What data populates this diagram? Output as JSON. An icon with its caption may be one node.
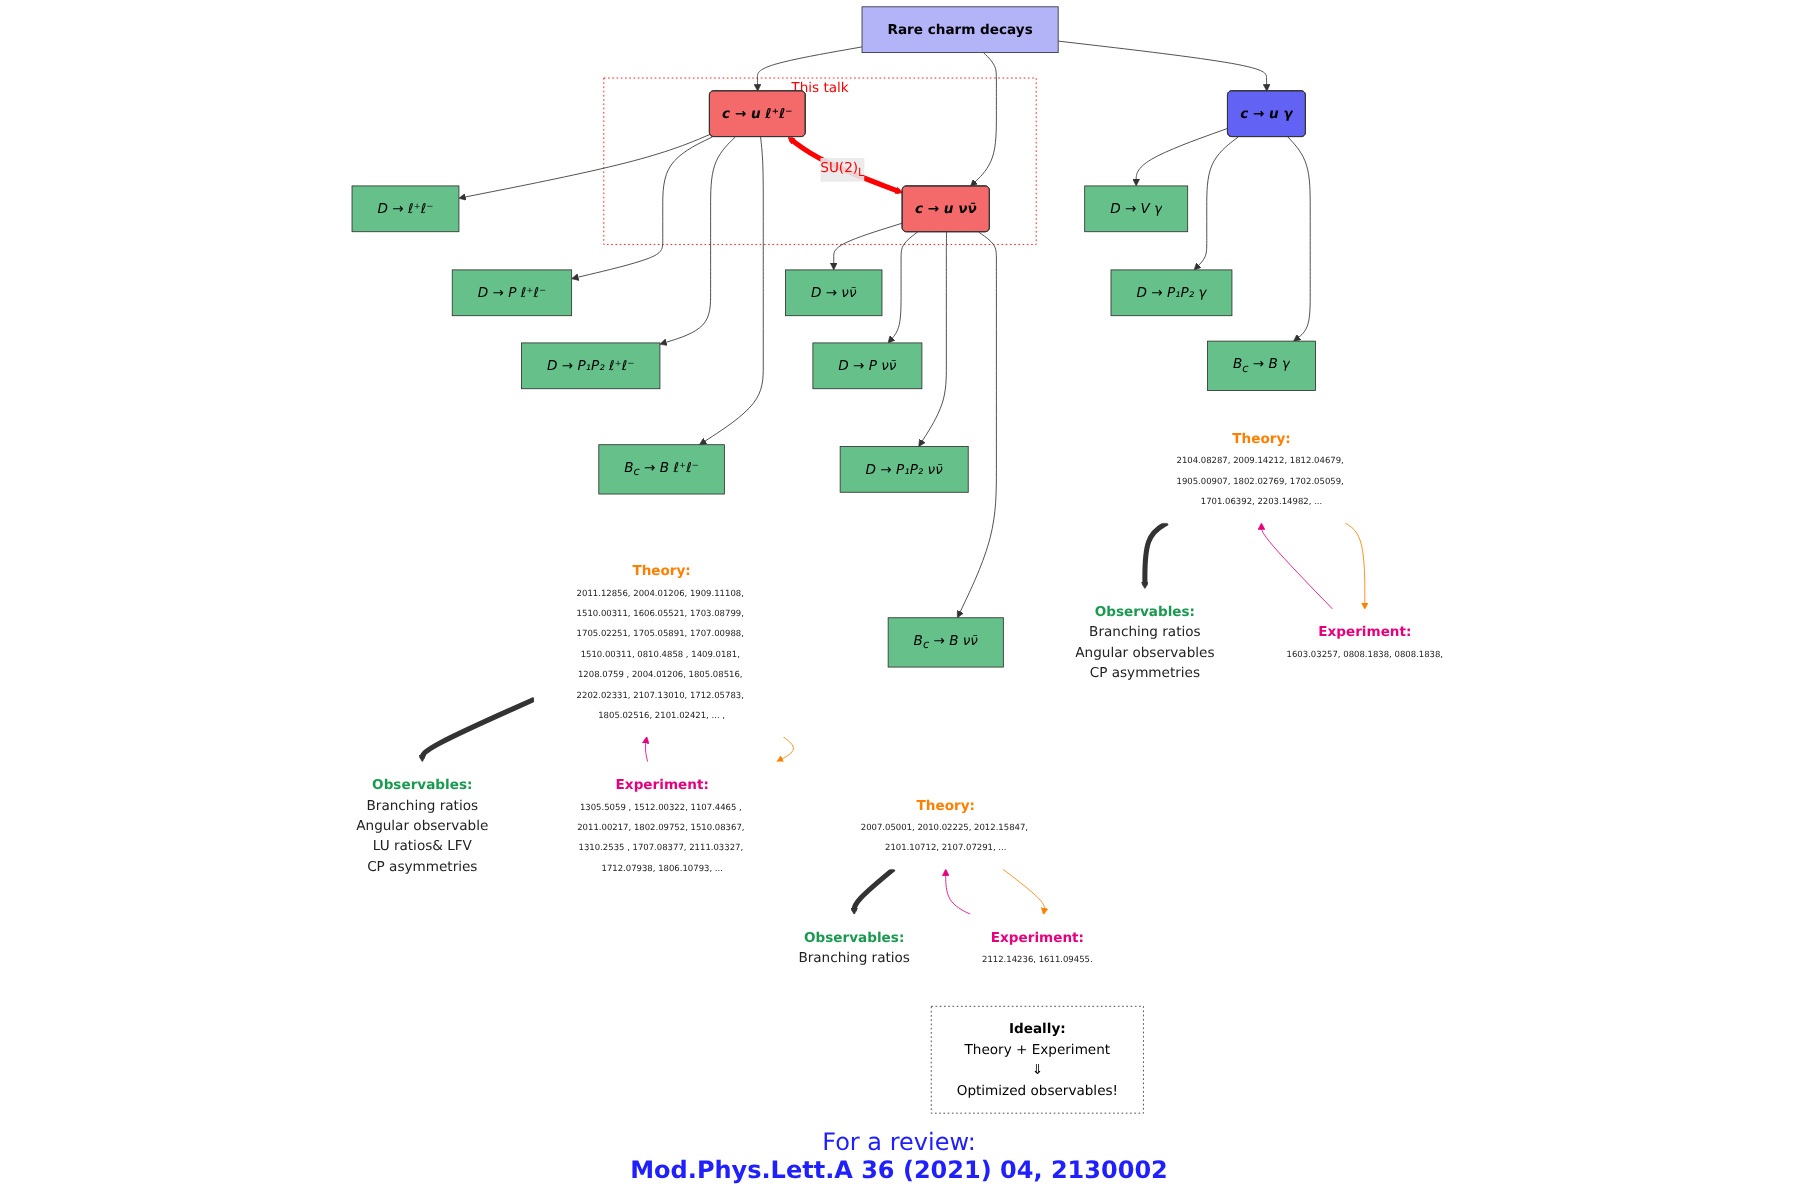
{
  "diagram": {
    "nodes": [
      {
        "text": [
          "Rare charm decays"
        ]
      },
      {
        "text": [
          "This talk"
        ]
      },
      {
        "text": [
          "c → u ℓ⁺ℓ⁻"
        ],
        "in": 1
      },
      {
        "text": [
          "c → u νν̄"
        ],
        "in": 1
      },
      {
        "text": [
          "c → u γ"
        ]
      },
      {
        "text": [
          "D → ℓ⁺ℓ⁻"
        ]
      },
      {
        "text": [
          "D → P ℓ⁺ℓ⁻"
        ]
      },
      {
        "text": [
          "D → P₁P₂ ℓ⁺ℓ⁻"
        ]
      },
      {
        "text": [
          "B$_{c}$ → B ℓ⁺ℓ⁻"
        ]
      },
      {
        "text": [
          "D → νν̄"
        ]
      },
      {
        "text": [
          "D → P νν̄"
        ]
      },
      {
        "text": [
          "D → P₁P₂ νν̄"
        ]
      },
      {
        "text": [
          "B$_{c}$ → B νν̄"
        ]
      },
      {
        "text": [
          "D → V γ"
        ]
      },
      {
        "text": [
          "D → P₁P₂ γ"
        ]
      },
      {
        "text": [
          "B$_{c}$ → B γ"
        ]
      },
      {
        "text": [
          "Observables:",
          "Branching ratios",
          "Angular observable",
          "LU ratios& LFV",
          "CP asymmetries"
        ]
      },
      {
        "text": [
          "Theory:",
          "2011.12856, 2004.01206, 1909.11108, 1510.00311, 1606.05521, 1703.08799, 1705.02251, 1705.05891, 1707.00988, 1510.00311, 0810.4858 , 1409.0181, 1208.0759 , 2004.01206, 1805.08516, 2202.02331, 2107.13010, 1712.05783, 1805.02516, 2101.02421, ... ,"
        ]
      },
      {
        "text": [
          "Experiment:",
          "1305.5059 , 1512.00322, 1107.4465 , 2011.00217, 1802.09752, 1510.08367, 1310.2535 , 1707.08377, 2111.03327, 1712.07938, 1806.10793, ..."
        ]
      },
      {
        "text": [
          "Observables:",
          "Branching ratios"
        ]
      },
      {
        "text": [
          "Theory:",
          "2007.05001, 2010.02225, 2012.15847, 2101.10712, 2107.07291, ..."
        ]
      },
      {
        "text": [
          "Experiment:",
          "2112.14236, 1611.09455."
        ]
      },
      {
        "text": [
          "Observables:",
          "Branching ratios",
          "Angular observables",
          "CP asymmetries"
        ]
      },
      {
        "text": [
          "Theory:",
          "2104.08287, 2009.14212, 1812.04679, 1905.00907, 1802.02769, 1702.05059, 1701.06392, 2203.14982, ..."
        ]
      },
      {
        "text": [
          "Experiment:",
          "1603.03257, 0808.1838, 0808.1838,"
        ]
      },
      {
        "text": [
          "Ideally:",
          "Theory + Experiment",
          "⇓",
          "Optimized observables!"
        ]
      }
    ],
    "edges": [
      {
        "from": 0,
        "to": 2,
        "arrow": "to"
      },
      {
        "from": 0,
        "to": 3,
        "arrow": "to"
      },
      {
        "from": 0,
        "to": 4,
        "arrow": "to"
      },
      {
        "from": 2,
        "to": 3,
        "arrow": "both",
        "label": "SU(2)$_{L}$",
        "style": "thick",
        "color": "#ff0000"
      },
      {
        "from": 2,
        "to": 5,
        "arrow": "to"
      },
      {
        "from": 2,
        "to": 6,
        "arrow": "to"
      },
      {
        "from": 2,
        "to": 7,
        "arrow": "to"
      },
      {
        "from": 2,
        "to": 8,
        "arrow": "to"
      },
      {
        "from": 3,
        "to": 9,
        "arrow": "to"
      },
      {
        "from": 3,
        "to": 10,
        "arrow": "to"
      },
      {
        "from": 3,
        "to": 11,
        "arrow": "to"
      },
      {
        "from": 3,
        "to": 12,
        "arrow": "to"
      },
      {
        "from": 4,
        "to": 13,
        "arrow": "to"
      },
      {
        "from": 4,
        "to": 14,
        "arrow": "to"
      },
      {
        "from": 4,
        "to": 15,
        "arrow": "to"
      },
      {
        "from": 17,
        "to": 16,
        "arrow": "to",
        "style": "thick"
      },
      {
        "from": 17,
        "to": 18,
        "arrow": "to",
        "color": "#ff8000"
      },
      {
        "from": 18,
        "to": 17,
        "arrow": "to",
        "color": "#e6007e"
      },
      {
        "from": 20,
        "to": 19,
        "arrow": "to",
        "style": "thick"
      },
      {
        "from": 20,
        "to": 21,
        "arrow": "to",
        "color": "#ff8000"
      },
      {
        "from": 21,
        "to": 20,
        "arrow": "to",
        "color": "#e6007e"
      },
      {
        "from": 23,
        "to": 22,
        "arrow": "to",
        "style": "thick"
      },
      {
        "from": 23,
        "to": 24,
        "arrow": "to",
        "color": "#ff8000"
      },
      {
        "from": 24,
        "to": 23,
        "arrow": "to",
        "color": "#e6007e"
      }
    ],
    "labels": [
      "For a review:",
      "Mod.Phys.Lett.A 36 (2021) 04, 2130002"
    ]
  }
}
